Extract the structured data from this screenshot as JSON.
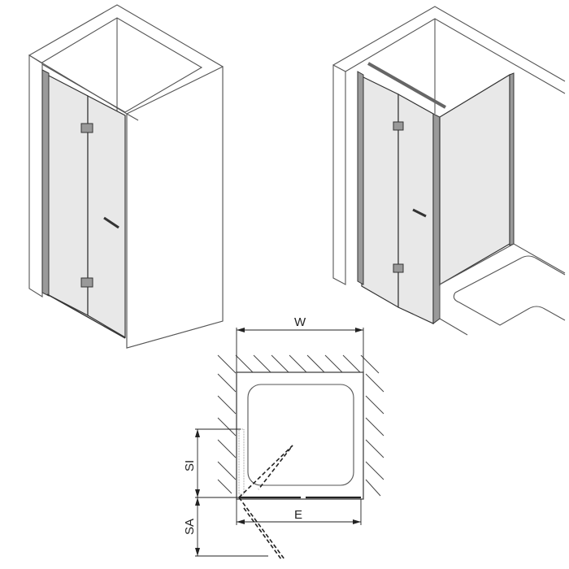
{
  "figure": {
    "views": [
      {
        "id": "iso-niche",
        "description": "Isometric view: bi-fold shower door installed in niche between two walls"
      },
      {
        "id": "iso-bathtub",
        "description": "Isometric view: bi-fold shower door with fixed side panel and stabilizer bar, next to bathtub"
      },
      {
        "id": "plan",
        "description": "Plan view with dimension markings"
      }
    ],
    "dimensions": {
      "width_label": "W",
      "entry_label": "E",
      "swing_inside_label": "SI",
      "swing_outside_label": "SA"
    },
    "colors": {
      "glass": "#e8e8e8",
      "lines": "#555555",
      "profile": "#9a9a9a"
    }
  }
}
